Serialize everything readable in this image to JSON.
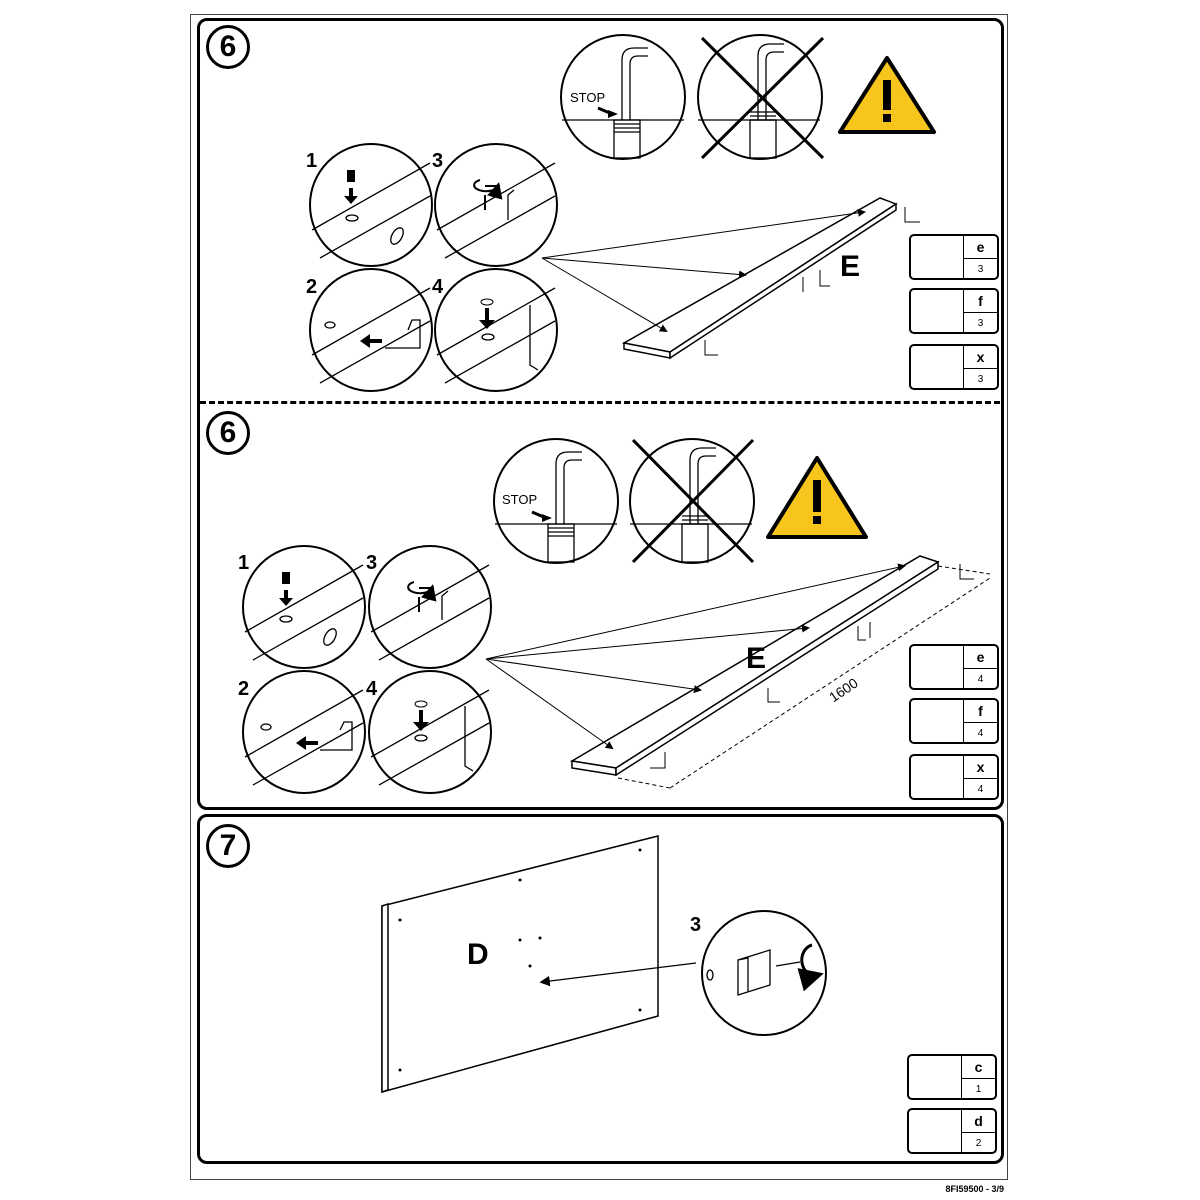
{
  "steps": [
    {
      "number": "6",
      "sub_labels": [
        "1",
        "3",
        "2",
        "4"
      ],
      "stop_label": "STOP",
      "part_letter": "E",
      "parts": [
        {
          "label": "e",
          "qty": "3",
          "icon": "dowel-nut-icon"
        },
        {
          "label": "f",
          "qty": "3",
          "icon": "allen-key-icon"
        },
        {
          "label": "x",
          "qty": "3",
          "icon": "cap-icon"
        }
      ]
    },
    {
      "number": "6",
      "sub_labels": [
        "1",
        "3",
        "2",
        "4"
      ],
      "stop_label": "STOP",
      "part_letter": "E",
      "dimension": "1600",
      "parts": [
        {
          "label": "e",
          "qty": "4",
          "icon": "dowel-nut-icon"
        },
        {
          "label": "f",
          "qty": "4",
          "icon": "allen-key-icon"
        },
        {
          "label": "x",
          "qty": "4",
          "icon": "cap-icon"
        }
      ]
    },
    {
      "number": "7",
      "sub_label": "3",
      "part_letter": "D",
      "parts": [
        {
          "label": "c",
          "qty": "1",
          "icon": "bracket-icon"
        },
        {
          "label": "d",
          "qty": "2",
          "icon": "screw-icon"
        }
      ]
    }
  ],
  "footer": "8FI59500 - 3/9",
  "colors": {
    "warning_fill": "#f7c51b",
    "line": "#000000"
  }
}
